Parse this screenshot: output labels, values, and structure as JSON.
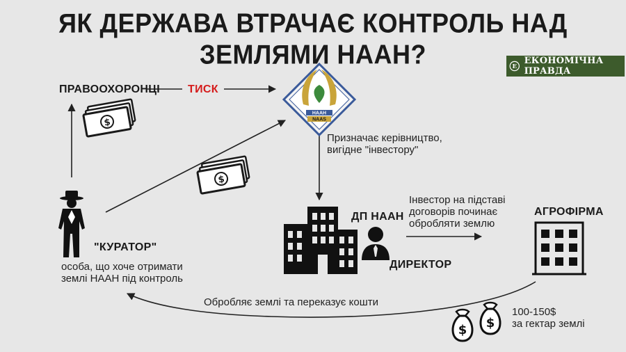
{
  "title": "ЯК ДЕРЖАВА ВТРАЧАЄ КОНТРОЛЬ НАД ЗЕМЛЯМИ НААН?",
  "brand": {
    "text": "ЕКОНОМІЧНА ПРАВДА"
  },
  "nodes": {
    "law_enforcement": "ПРАВООХОРОНЦІ",
    "pressure": "ТИСК",
    "naas_logo": {
      "line1": "НААН",
      "line2": "NAAS"
    },
    "appoints_note": [
      "Призначає керівництво,",
      "вигідне \"інвестору\""
    ],
    "curator": "\"КУРАТОР\"",
    "curator_note": [
      "особа, що хоче отримати",
      "землі НААН під контроль"
    ],
    "dp_naan": "ДП НААН",
    "director": "ДИРЕКТОР",
    "investor_note": [
      "Інвестор на підставі",
      "договорів починає",
      "обробляти землю"
    ],
    "agrofirm": "АГРОФІРМА",
    "return_note": "Обробляє землі та переказує кошти",
    "price_note": [
      "100-150$",
      "за гектар землі"
    ]
  },
  "colors": {
    "background": "#e7e7e7",
    "accent_red": "#d51c1c",
    "brand_green": "#3d5b2c",
    "logo_gold": "#c9a43a",
    "logo_blue": "#3a5a9a"
  },
  "icons": [
    "naas-logo-icon",
    "money-stack-icon",
    "money-stack-icon",
    "spy-curator-icon",
    "office-building-icon",
    "director-person-icon",
    "agrofirm-building-icon",
    "money-bag-icon",
    "money-bag-icon",
    "brand-logo-icon"
  ]
}
